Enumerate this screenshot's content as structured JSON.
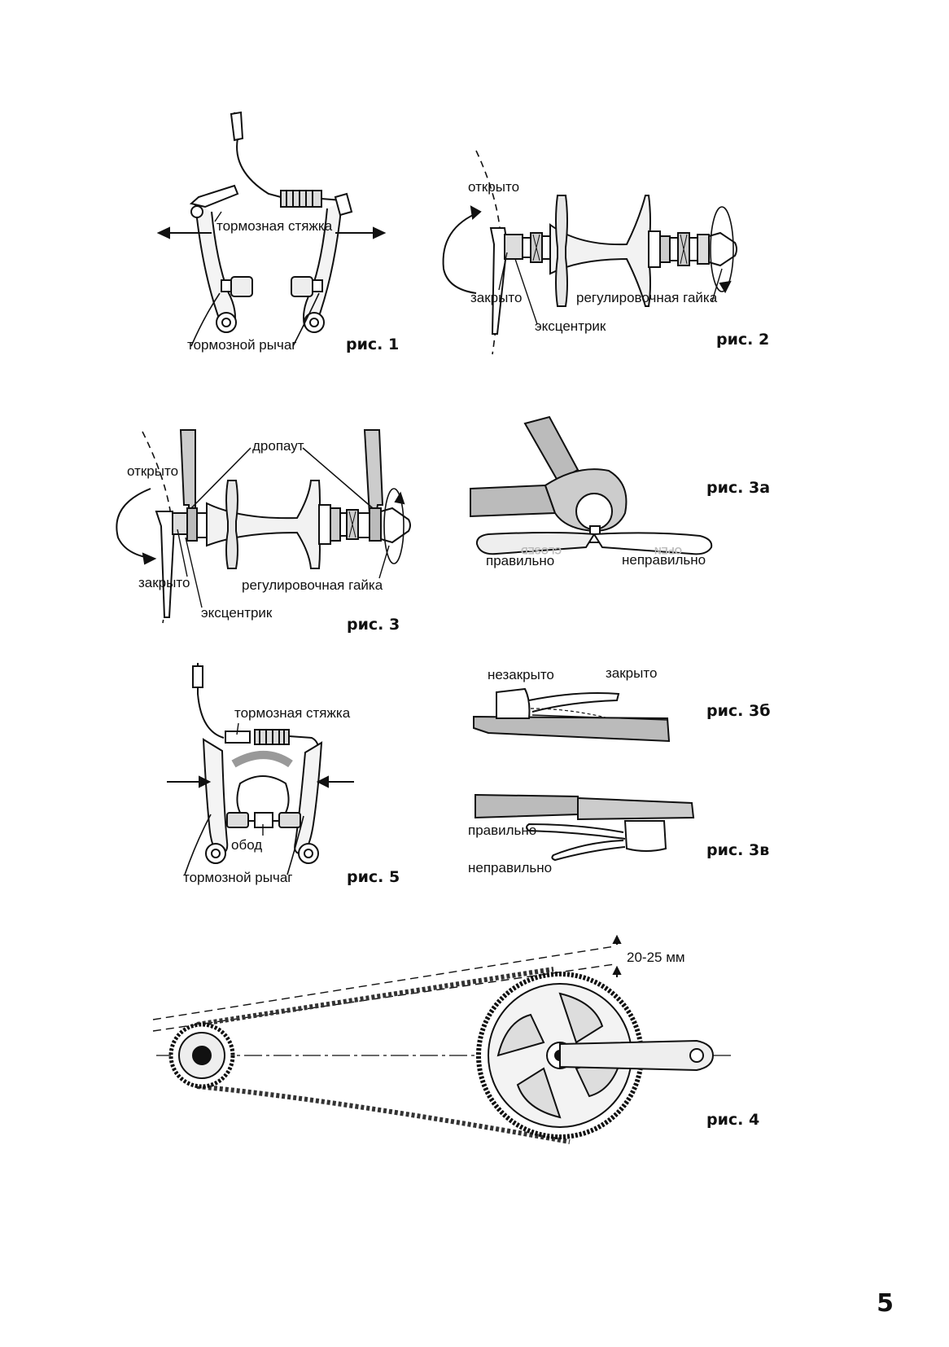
{
  "page": {
    "number": "5"
  },
  "figures": {
    "fig1": {
      "caption": "рис. 1",
      "labels": {
        "cable_anchor": "тормозная стяжка",
        "brake_arm": "тормозной рычаг"
      }
    },
    "fig2": {
      "caption": "рис. 2",
      "labels": {
        "open": "открыто",
        "closed": "закрыто",
        "cam": "эксцентрик",
        "adjusting_nut": "регулировочная гайка"
      }
    },
    "fig3": {
      "caption": "рис. 3",
      "labels": {
        "dropout": "дропаут",
        "open": "открыто",
        "closed": "закрыто",
        "cam": "эксцентрик",
        "adjusting_nut": "регулировочная гайка"
      }
    },
    "fig3a": {
      "caption": "рис. 3а",
      "labels": {
        "correct": "правильно",
        "incorrect": "неправильно"
      },
      "lever_text": {
        "closed": "CLOSED",
        "open": "OPEN"
      }
    },
    "fig3b": {
      "caption": "рис. 3б",
      "labels": {
        "not_closed": "незакрыто",
        "closed": "закрыто"
      }
    },
    "fig3v": {
      "caption": "рис. 3в",
      "labels": {
        "correct": "правильно",
        "incorrect": "неправильно"
      }
    },
    "fig4": {
      "caption": "рис. 4",
      "labels": {
        "slack": "20-25 мм"
      }
    },
    "fig5": {
      "caption": "рис. 5",
      "labels": {
        "cable_anchor": "тормозная стяжка",
        "rim": "обод",
        "brake_arm": "тормозной рычаг"
      }
    }
  }
}
